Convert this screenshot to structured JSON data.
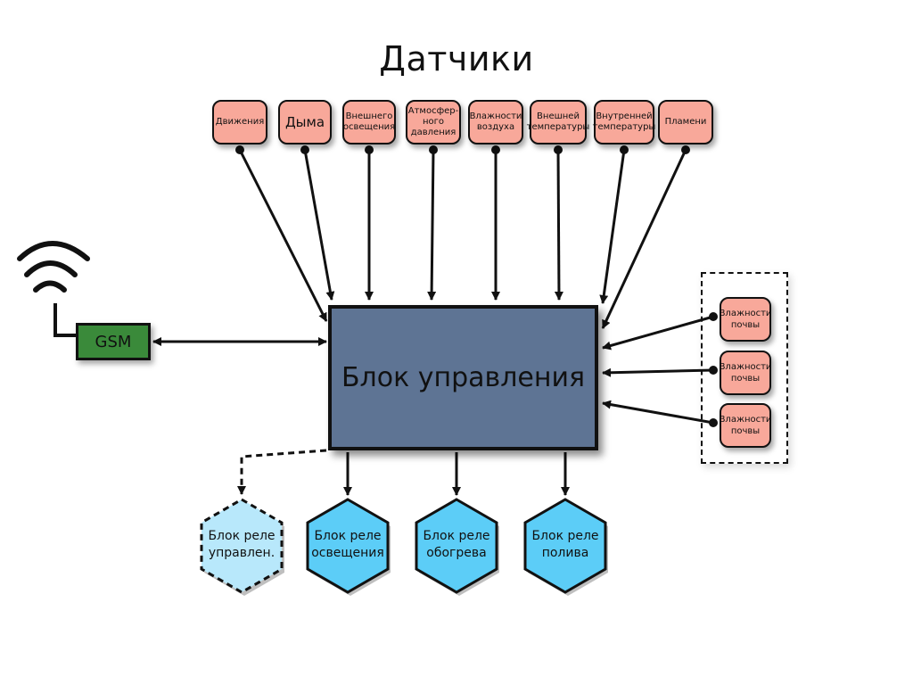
{
  "title": "Датчики",
  "sensors": [
    {
      "label": "Движения"
    },
    {
      "label": "Дыма"
    },
    {
      "label": "Внешнего\nосвещения"
    },
    {
      "label": "Атмосфер-\nного\nдавления"
    },
    {
      "label": "Влажности\nвоздуха"
    },
    {
      "label": "Внешней\nтемпературы"
    },
    {
      "label": "Внутренней\nтемпературы"
    },
    {
      "label": "Пламени"
    }
  ],
  "soil_sensors": [
    {
      "label": "Влажности\nпочвы"
    },
    {
      "label": "Влажности\nпочвы"
    },
    {
      "label": "Влажности\nпочвы"
    }
  ],
  "control_unit": {
    "label": "Блок управления"
  },
  "gsm": {
    "label": "GSM"
  },
  "relays": [
    {
      "label": "Блок реле\nуправлен.",
      "optional": true
    },
    {
      "label": "Блок реле\nосвещения",
      "optional": false
    },
    {
      "label": "Блок реле\nобогрева",
      "optional": false
    },
    {
      "label": "Блок реле\nполива",
      "optional": false
    }
  ],
  "colors": {
    "sensor": "#f8a89a",
    "control": "#5e7494",
    "gsm": "#3a8a3a",
    "relay": "#5ccdf7",
    "relay_optional": "#b8e8fb"
  }
}
